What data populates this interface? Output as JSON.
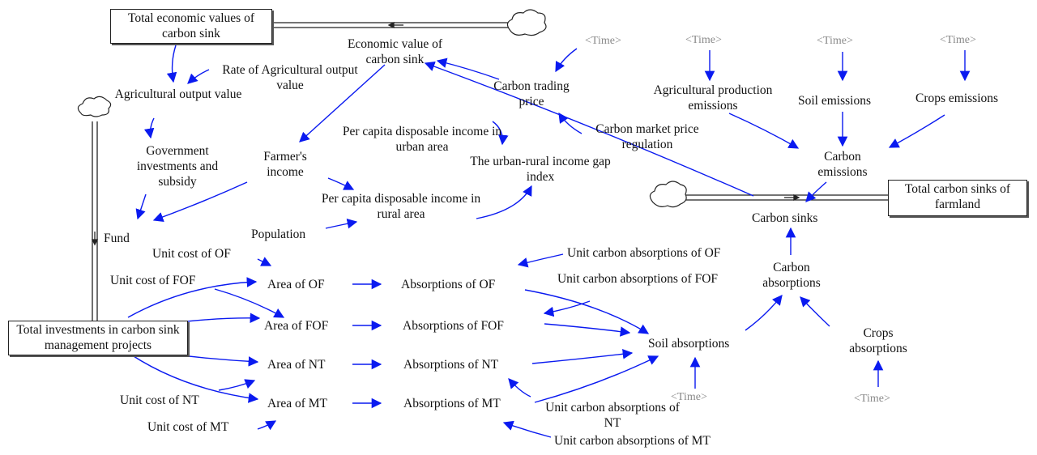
{
  "stocks": {
    "total_economic_values": "Total economic values of carbon sink",
    "total_investments": "Total investments in carbon sink management projects",
    "total_carbon_sinks": "Total carbon sinks of farmland"
  },
  "variables": {
    "economic_value": "Economic value of carbon sink",
    "rate_agri_output": "Rate of Agricultural output value",
    "agri_output_value": "Agricultural output value",
    "gov_investments": "Government investments and subsidy",
    "fund": "Fund",
    "farmers_income": "Farmer's income",
    "urban_income": "Per capita disposable income in urban area",
    "rural_income": "Per capita disposable income in rural area",
    "income_gap": "The urban-rural income gap index",
    "population": "Population",
    "carbon_trading_price": "Carbon trading price",
    "market_regulation": "Carbon market price regulation",
    "agri_prod_emissions": "Agricultural production emissions",
    "soil_emissions": "Soil emissions",
    "crops_emissions": "Crops emissions",
    "carbon_emissions": "Carbon emissions",
    "carbon_sinks": "Carbon sinks",
    "carbon_absorptions": "Carbon absorptions",
    "crops_absorptions": "Crops absorptions",
    "soil_absorptions": "Soil absorptions",
    "unit_cost_of": "Unit cost of OF",
    "unit_cost_fof": "Unit cost of FOF",
    "unit_cost_nt": "Unit cost of NT",
    "unit_cost_mt": "Unit cost of MT",
    "area_of": "Area of OF",
    "area_fof": "Area of FOF",
    "area_nt": "Area of NT",
    "area_mt": "Area of MT",
    "abs_of": "Absorptions of OF",
    "abs_fof": "Absorptions of FOF",
    "abs_nt": "Absorptions of NT",
    "abs_mt": "Absorptions of MT",
    "unit_abs_of": "Unit carbon absorptions of OF",
    "unit_abs_fof": "Unit carbon absorptions of FOF",
    "unit_abs_nt": "Unit carbon absorptions of NT",
    "unit_abs_mt": "Unit carbon absorptions of MT"
  },
  "time_label": "<Time>",
  "colors": {
    "arrow": "#0a1af0",
    "pipe": "#222222",
    "time": "#8a8a8a"
  }
}
